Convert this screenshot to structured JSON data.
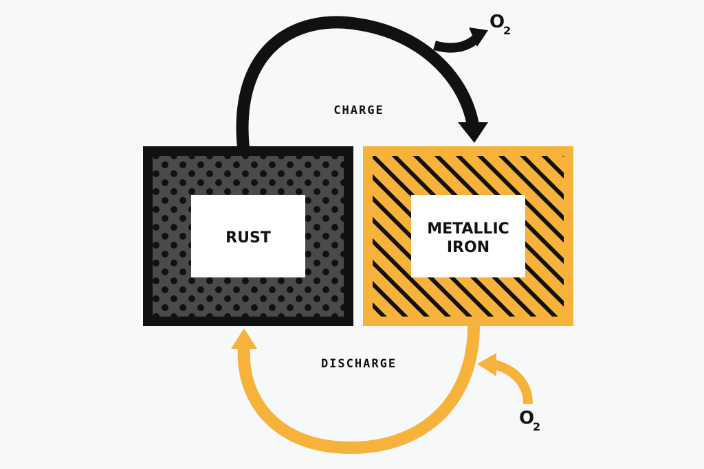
{
  "colors": {
    "background": "#f7f8fa",
    "rust_frame": "#111111",
    "rust_fill": "#4a4a4a",
    "iron_frame": "#f7b23b",
    "charge_arrow": "#111111",
    "discharge_arrow": "#f7b23b"
  },
  "rust_box": {
    "label": "RUST"
  },
  "iron_box": {
    "line1": "METALLIC",
    "line2": "IRON"
  },
  "charge": {
    "label": "CHARGE",
    "byproduct": "O",
    "byproduct_sub": "2"
  },
  "discharge": {
    "label": "DISCHARGE",
    "input": "O",
    "input_sub": "2"
  }
}
